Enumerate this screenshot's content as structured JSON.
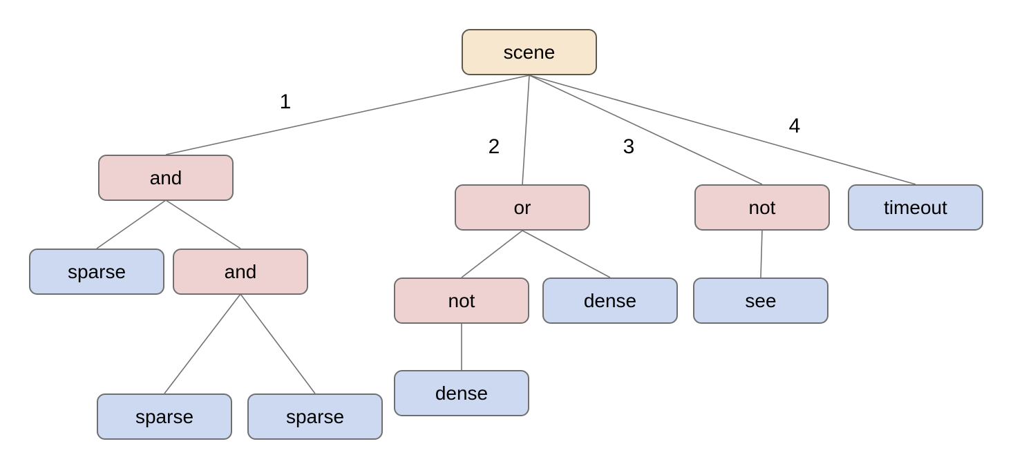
{
  "colors": {
    "root_fill": "#f6e7ce",
    "root_border": "#5e594f",
    "operator_fill": "#edd2d1",
    "leaf_fill": "#cdd9f1",
    "node_border": "#6f6f6f",
    "edge_line": "#737373",
    "text": "#000000"
  },
  "tree": {
    "type": "tree-diagram",
    "nodes": {
      "scene": {
        "label": "scene",
        "kind": "root"
      },
      "and_1": {
        "label": "and",
        "kind": "operator"
      },
      "or_1": {
        "label": "or",
        "kind": "operator"
      },
      "not_1": {
        "label": "not",
        "kind": "operator"
      },
      "timeout_1": {
        "label": "timeout",
        "kind": "leaf"
      },
      "sparse_1": {
        "label": "sparse",
        "kind": "leaf"
      },
      "and_2": {
        "label": "and",
        "kind": "operator"
      },
      "sparse_2": {
        "label": "sparse",
        "kind": "leaf"
      },
      "sparse_3": {
        "label": "sparse",
        "kind": "leaf"
      },
      "not_2": {
        "label": "not",
        "kind": "operator"
      },
      "dense_1": {
        "label": "dense",
        "kind": "leaf"
      },
      "dense_2": {
        "label": "dense",
        "kind": "leaf"
      },
      "see_1": {
        "label": "see",
        "kind": "leaf"
      }
    },
    "edge_labels": {
      "branch_1": "1",
      "branch_2": "2",
      "branch_3": "3",
      "branch_4": "4"
    },
    "structure": {
      "scene": [
        "and_1",
        "or_1",
        "not_1",
        "timeout_1"
      ],
      "and_1": [
        "sparse_1",
        "and_2"
      ],
      "and_2": [
        "sparse_2",
        "sparse_3"
      ],
      "or_1": [
        "not_2",
        "dense_1"
      ],
      "not_2": [
        "dense_2"
      ],
      "not_1": [
        "see_1"
      ]
    }
  }
}
